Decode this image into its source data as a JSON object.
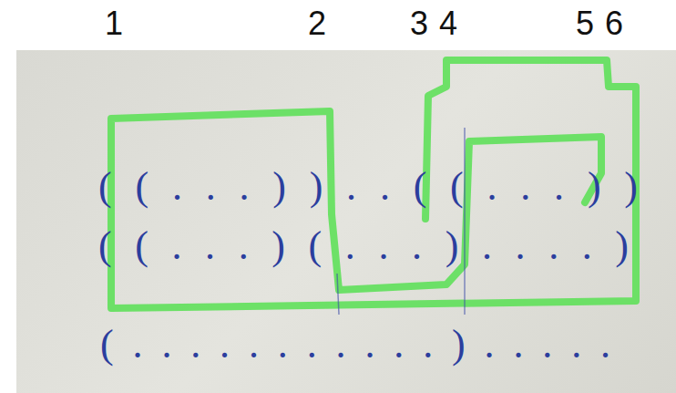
{
  "diagram": {
    "labels": [
      "1",
      "2",
      "3",
      "4",
      "5",
      "6",
      "((...))..((...))",
      "((...)(...)....)",
      "(...........)....."
    ]
  }
}
